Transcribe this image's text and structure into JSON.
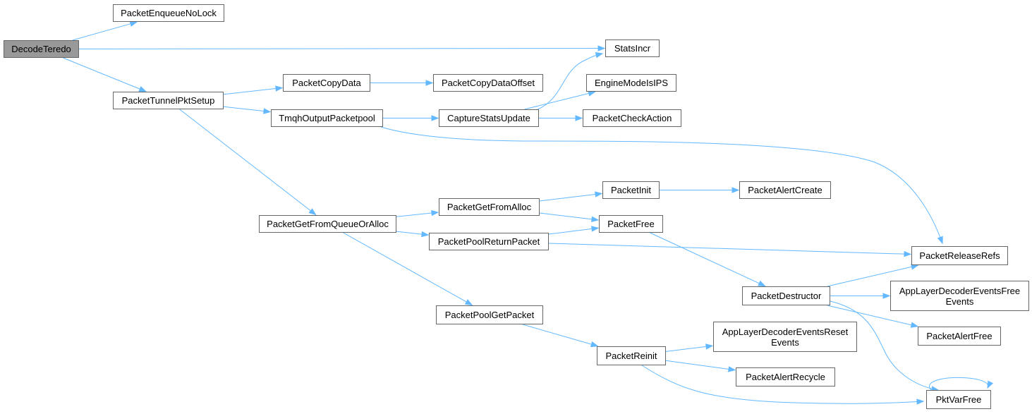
{
  "graph": {
    "root": "DecodeTeredo",
    "edge_color": "#63b8ff",
    "root_fill": "#999999",
    "node_border": "#666666",
    "nodes": [
      {
        "id": "DecodeTeredo",
        "label": "DecodeTeredo",
        "root": true
      },
      {
        "id": "PacketEnqueueNoLock",
        "label": "PacketEnqueueNoLock"
      },
      {
        "id": "StatsIncr",
        "label": "StatsIncr"
      },
      {
        "id": "PacketTunnelPktSetup",
        "label": "PacketTunnelPktSetup"
      },
      {
        "id": "PacketCopyData",
        "label": "PacketCopyData"
      },
      {
        "id": "PacketCopyDataOffset",
        "label": "PacketCopyDataOffset"
      },
      {
        "id": "TmqhOutputPacketpool",
        "label": "TmqhOutputPacketpool"
      },
      {
        "id": "CaptureStatsUpdate",
        "label": "CaptureStatsUpdate"
      },
      {
        "id": "EngineModeIsIPS",
        "label": "EngineModeIsIPS"
      },
      {
        "id": "PacketCheckAction",
        "label": "PacketCheckAction"
      },
      {
        "id": "PacketInit",
        "label": "PacketInit"
      },
      {
        "id": "PacketAlertCreate",
        "label": "PacketAlertCreate"
      },
      {
        "id": "PacketGetFromAlloc",
        "label": "PacketGetFromAlloc"
      },
      {
        "id": "PacketGetFromQueueOrAlloc",
        "label": "PacketGetFromQueueOrAlloc"
      },
      {
        "id": "PacketFree",
        "label": "PacketFree"
      },
      {
        "id": "PacketPoolReturnPacket",
        "label": "PacketPoolReturnPacket"
      },
      {
        "id": "PacketReleaseRefs",
        "label": "PacketReleaseRefs"
      },
      {
        "id": "PacketDestructor",
        "label": "PacketDestructor"
      },
      {
        "id": "AppLayerDecoderEventsFreeEvents",
        "label": "AppLayerDecoderEventsFree\nEvents"
      },
      {
        "id": "PacketPoolGetPacket",
        "label": "PacketPoolGetPacket"
      },
      {
        "id": "PacketAlertFree",
        "label": "PacketAlertFree"
      },
      {
        "id": "AppLayerDecoderEventsResetEvents",
        "label": "AppLayerDecoderEventsReset\nEvents"
      },
      {
        "id": "PacketReinit",
        "label": "PacketReinit"
      },
      {
        "id": "PacketAlertRecycle",
        "label": "PacketAlertRecycle"
      },
      {
        "id": "PktVarFree",
        "label": "PktVarFree"
      }
    ],
    "edges": [
      {
        "from": "DecodeTeredo",
        "to": "PacketEnqueueNoLock"
      },
      {
        "from": "DecodeTeredo",
        "to": "StatsIncr"
      },
      {
        "from": "DecodeTeredo",
        "to": "PacketTunnelPktSetup"
      },
      {
        "from": "PacketTunnelPktSetup",
        "to": "PacketCopyData"
      },
      {
        "from": "PacketTunnelPktSetup",
        "to": "TmqhOutputPacketpool"
      },
      {
        "from": "PacketTunnelPktSetup",
        "to": "PacketGetFromQueueOrAlloc"
      },
      {
        "from": "PacketCopyData",
        "to": "PacketCopyDataOffset"
      },
      {
        "from": "TmqhOutputPacketpool",
        "to": "CaptureStatsUpdate"
      },
      {
        "from": "TmqhOutputPacketpool",
        "to": "PacketReleaseRefs"
      },
      {
        "from": "CaptureStatsUpdate",
        "to": "StatsIncr"
      },
      {
        "from": "CaptureStatsUpdate",
        "to": "EngineModeIsIPS"
      },
      {
        "from": "CaptureStatsUpdate",
        "to": "PacketCheckAction"
      },
      {
        "from": "PacketGetFromQueueOrAlloc",
        "to": "PacketGetFromAlloc"
      },
      {
        "from": "PacketGetFromQueueOrAlloc",
        "to": "PacketPoolReturnPacket"
      },
      {
        "from": "PacketGetFromQueueOrAlloc",
        "to": "PacketPoolGetPacket"
      },
      {
        "from": "PacketGetFromAlloc",
        "to": "PacketInit"
      },
      {
        "from": "PacketGetFromAlloc",
        "to": "PacketFree"
      },
      {
        "from": "PacketInit",
        "to": "PacketAlertCreate"
      },
      {
        "from": "PacketPoolReturnPacket",
        "to": "PacketFree"
      },
      {
        "from": "PacketPoolReturnPacket",
        "to": "PacketReleaseRefs"
      },
      {
        "from": "PacketFree",
        "to": "PacketDestructor"
      },
      {
        "from": "PacketDestructor",
        "to": "PacketReleaseRefs"
      },
      {
        "from": "PacketDestructor",
        "to": "AppLayerDecoderEventsFreeEvents"
      },
      {
        "from": "PacketDestructor",
        "to": "PacketAlertFree"
      },
      {
        "from": "PacketDestructor",
        "to": "PktVarFree"
      },
      {
        "from": "PacketPoolGetPacket",
        "to": "PacketReinit"
      },
      {
        "from": "PacketReinit",
        "to": "AppLayerDecoderEventsResetEvents"
      },
      {
        "from": "PacketReinit",
        "to": "PacketAlertRecycle"
      },
      {
        "from": "PacketReinit",
        "to": "PktVarFree"
      },
      {
        "from": "PktVarFree",
        "to": "PktVarFree"
      }
    ]
  }
}
